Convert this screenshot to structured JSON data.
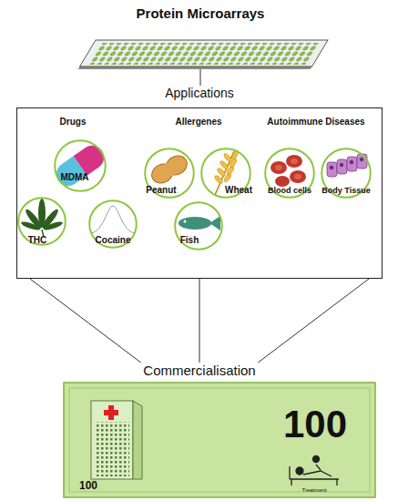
{
  "diagram": {
    "nodes": [
      {
        "text": [
          "Protein Microarrays"
        ]
      },
      {
        "text": [
          "Applications"
        ]
      },
      {
        "text": [
          "MDMA"
        ],
        "in": 1
      },
      {
        "text": [
          "THC"
        ],
        "in": 1
      },
      {
        "text": [
          "Cocaine"
        ],
        "in": 1
      },
      {
        "text": [
          "Peanut"
        ],
        "in": 1
      },
      {
        "text": [
          "Wheat"
        ],
        "in": 1
      },
      {
        "text": [
          "Fish"
        ],
        "in": 1
      },
      {
        "text": [
          "Blood cells"
        ],
        "in": 1
      },
      {
        "text": [
          "Body Tissue"
        ],
        "in": 1
      },
      {
        "text": [
          "Commercialisation",
          "100",
          "100",
          "Treatment"
        ]
      }
    ],
    "edges": [
      {
        "from": 0,
        "to": 1,
        "arrow": "none"
      },
      {
        "from": 1,
        "to": 10,
        "arrow": "none"
      },
      {
        "from": 1,
        "to": 10,
        "arrow": "none"
      },
      {
        "from": 1,
        "to": 10,
        "arrow": "none"
      }
    ],
    "labels": [
      "Drugs",
      "Allergenes",
      "Autoimmune Diseases"
    ]
  }
}
